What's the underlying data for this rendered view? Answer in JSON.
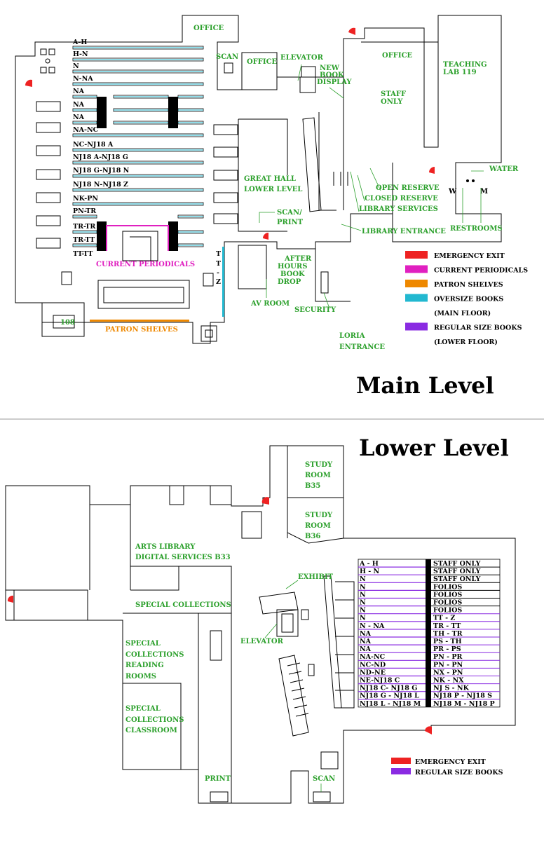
{
  "main": {
    "title": "Main Level",
    "stacks": [
      "A-H",
      "H-N",
      "N",
      "N-NA",
      "NA",
      "NA",
      "NA",
      "NA-NC",
      "NC-NJ18 A",
      "NJ18 A-NJ18 G",
      "NJ18 G-NJ18 N",
      "NJ18 N-NJ18 Z",
      "NK-PN",
      "PN-TR",
      "TR-TR",
      "TR-TT",
      "TT-TT"
    ],
    "rooms": {
      "office_top": "OFFICE",
      "scan": "SCAN",
      "office_mid": "OFFICE",
      "elevator": "ELEVATOR",
      "new_book_display": [
        "NEW",
        "BOOK",
        "DISPLAY"
      ],
      "office_right": "OFFICE",
      "teaching_lab": [
        "TEACHING",
        "LAB 119"
      ],
      "staff_only": [
        "STAFF",
        "ONLY"
      ],
      "water": "WATER",
      "restroom_w": "W",
      "restroom_m": "M",
      "great_hall": [
        "GREAT HALL",
        "LOWER LEVEL"
      ],
      "open_reserve": "OPEN RESERVE",
      "closed_reserve": "CLOSED RESERVE",
      "library_services": "LIBRARY SERVICES",
      "scan_print": [
        "SCAN/",
        "PRINT"
      ],
      "library_entrance": "LIBRARY ENTRANCE",
      "restrooms": "RESTROOMS",
      "after_hours": [
        "AFTER",
        "HOURS",
        "BOOK",
        "DROP"
      ],
      "av_room": "AV ROOM",
      "security": "SECURITY",
      "loria": [
        "LORIA",
        "ENTRANCE"
      ],
      "current_periodicals": "CURRENT PERIODICALS",
      "patron_shelves": "PATRON SHELVES",
      "room_108": "108",
      "oversize_tz": [
        "T",
        "T",
        "-",
        "Z"
      ]
    },
    "legend": [
      {
        "label": "EMERGENCY EXIT",
        "color": "#ee2222"
      },
      {
        "label": "CURRENT PERIODICALS",
        "color": "#e020c0"
      },
      {
        "label": "PATRON SHELVES",
        "color": "#ee8800"
      },
      {
        "label": "OVERSIZE BOOKS",
        "color": "#22b8d0"
      },
      {
        "label": "(MAIN FLOOR)",
        "color": ""
      },
      {
        "label": "REGULAR SIZE BOOKS",
        "color": "#8a2be2"
      },
      {
        "label": "(LOWER FLOOR)",
        "color": ""
      }
    ]
  },
  "lower": {
    "title": "Lower Level",
    "rooms": {
      "study_b35": [
        "STUDY",
        "ROOM",
        "B35"
      ],
      "study_b36": [
        "STUDY",
        "ROOM",
        "B36"
      ],
      "arts_library": [
        "ARTS LIBRARY",
        "DIGITAL SERVICES B33"
      ],
      "exhibit": "EXHIBIT",
      "special_collections": "SPECIAL COLLECTIONS",
      "elevator": "ELEVATOR",
      "reading_rooms": [
        "SPECIAL",
        "COLLECTIONS",
        "READING",
        "ROOMS"
      ],
      "classroom": [
        "SPECIAL",
        "COLLECTIONS",
        "CLASSROOM"
      ],
      "print": "PRINT",
      "scan": "SCAN"
    },
    "stack_table": {
      "left": [
        "A - H",
        "H  -  N",
        "N",
        "N",
        "N",
        "N",
        "N",
        "N",
        "N - NA",
        "NA",
        "NA",
        "NA",
        "NA-NC",
        "NC-ND",
        "ND-NE",
        "NE-NJ18 C",
        "NJ18 C- NJ18 G",
        "NJ18 G - NJ18 L",
        "NJ18 L - NJ18 M"
      ],
      "right": [
        "STAFF ONLY",
        "STAFF ONLY",
        "STAFF ONLY",
        "FOLIOS",
        "FOLIOS",
        "FOLIOS",
        "FOLIOS",
        "TT - Z",
        "TR - TT",
        "TH - TR",
        "PS - TH",
        "PR - PS",
        "PN - PR",
        "PN - PN",
        "NX - PN",
        "NK - NX",
        "NJ S - NK",
        "NJ18 P - NJ18 S",
        "NJ18 M - NJ18 P"
      ]
    },
    "legend": [
      {
        "label": "EMERGENCY EXIT",
        "color": "#ee2222"
      },
      {
        "label": "REGULAR SIZE BOOKS",
        "color": "#8a2be2"
      }
    ]
  }
}
